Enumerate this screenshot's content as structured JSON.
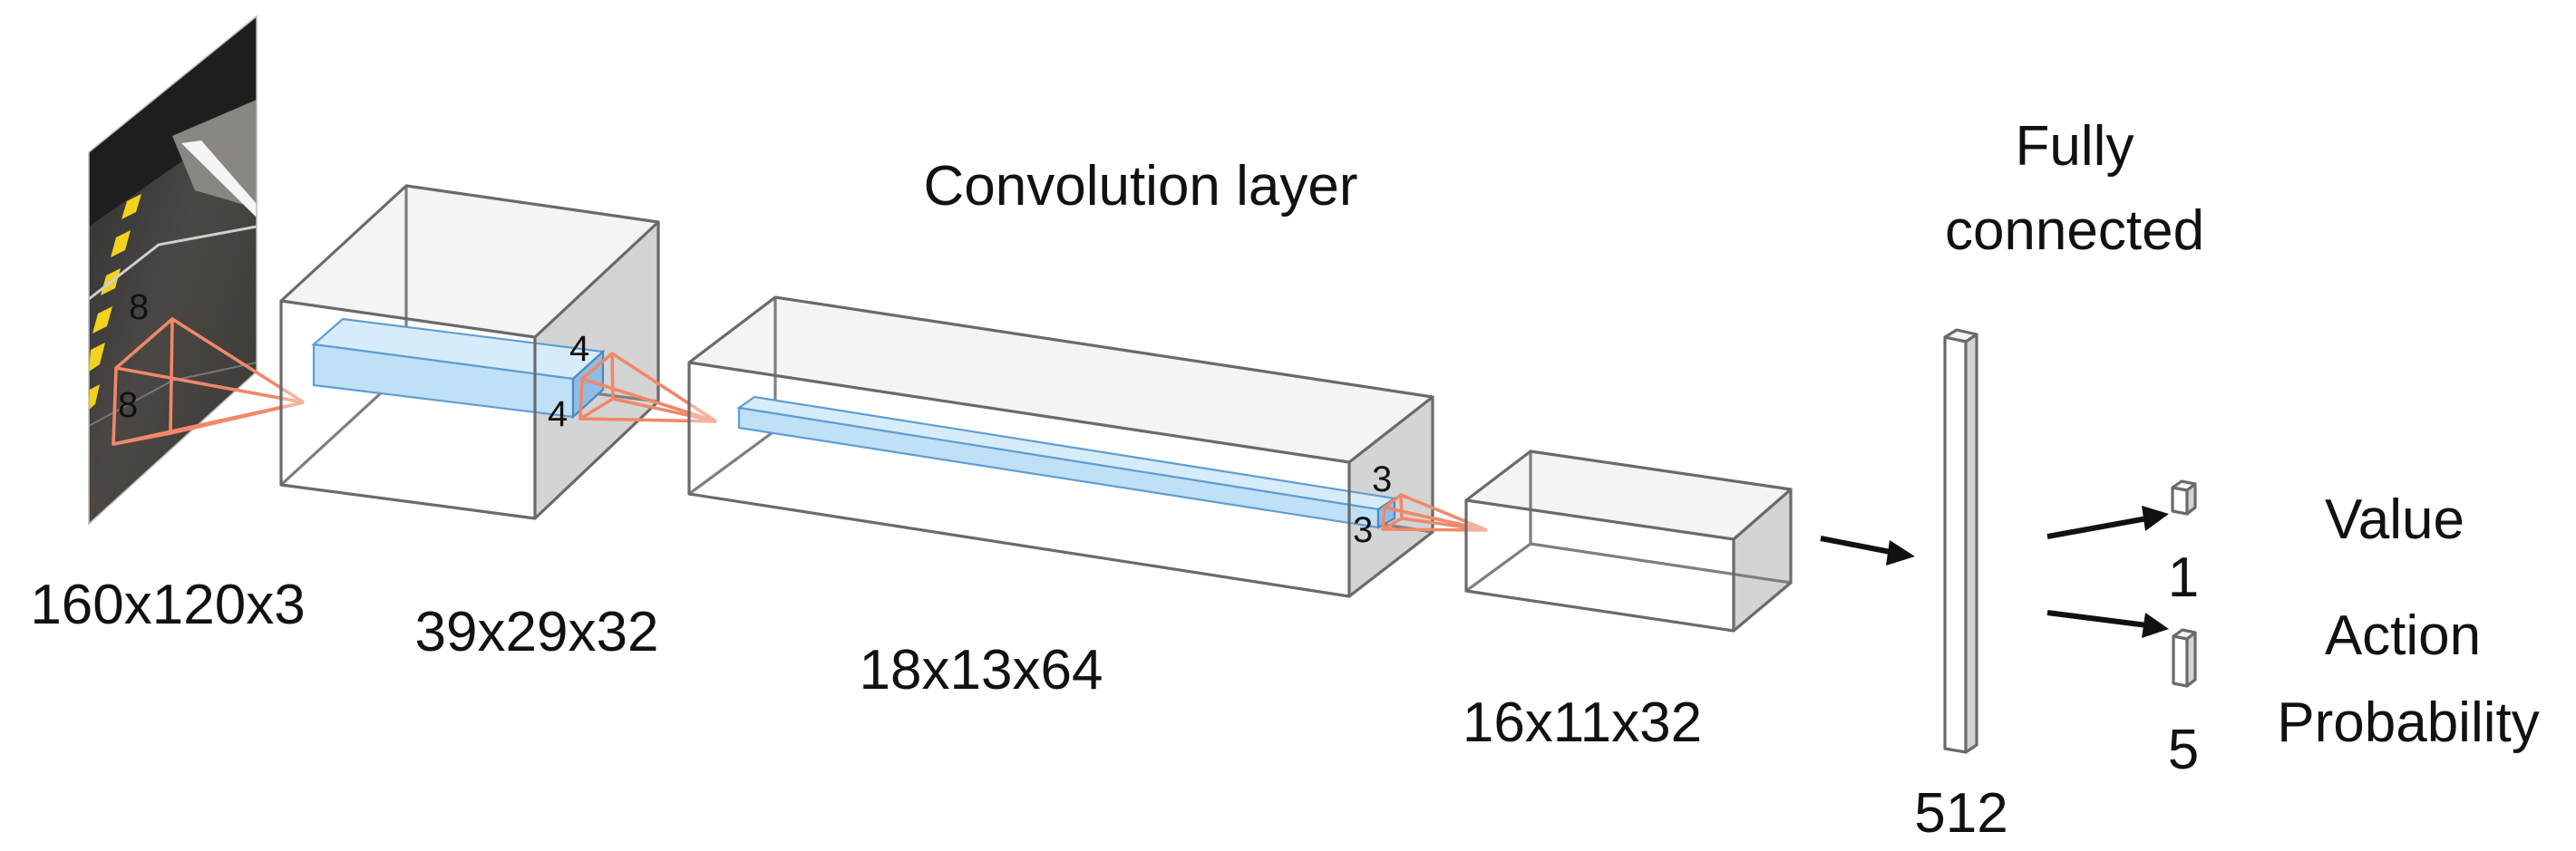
{
  "title": "Convolution layer",
  "fc_title": "Fully\nconnected",
  "input": {
    "dims": "160x120x3",
    "kernel_top": "8",
    "kernel_side": "8",
    "colors": {
      "road": "#3a3a3a",
      "lane_yellow": "#f2d21e",
      "edge_white": "#f5f5f5"
    }
  },
  "layers": [
    {
      "id": "conv1",
      "dims": "39x29x32",
      "kernel_top": "4",
      "kernel_side": "4"
    },
    {
      "id": "conv2",
      "dims": "18x13x64",
      "kernel_top": "3",
      "kernel_side": "3"
    },
    {
      "id": "conv3",
      "dims": "16x11x32"
    }
  ],
  "fc": {
    "units": "512"
  },
  "outputs": [
    {
      "id": "value",
      "label": "Value",
      "size": "1"
    },
    {
      "id": "action",
      "label": "Action\nProbability",
      "size": "5"
    }
  ],
  "colors": {
    "filter_fill": "#bfe0f7",
    "filter_stroke": "#5f9ed3",
    "receptive_field": "#f0886a",
    "box_edge": "#7f7f7f",
    "box_side": "#d4d4d4"
  }
}
